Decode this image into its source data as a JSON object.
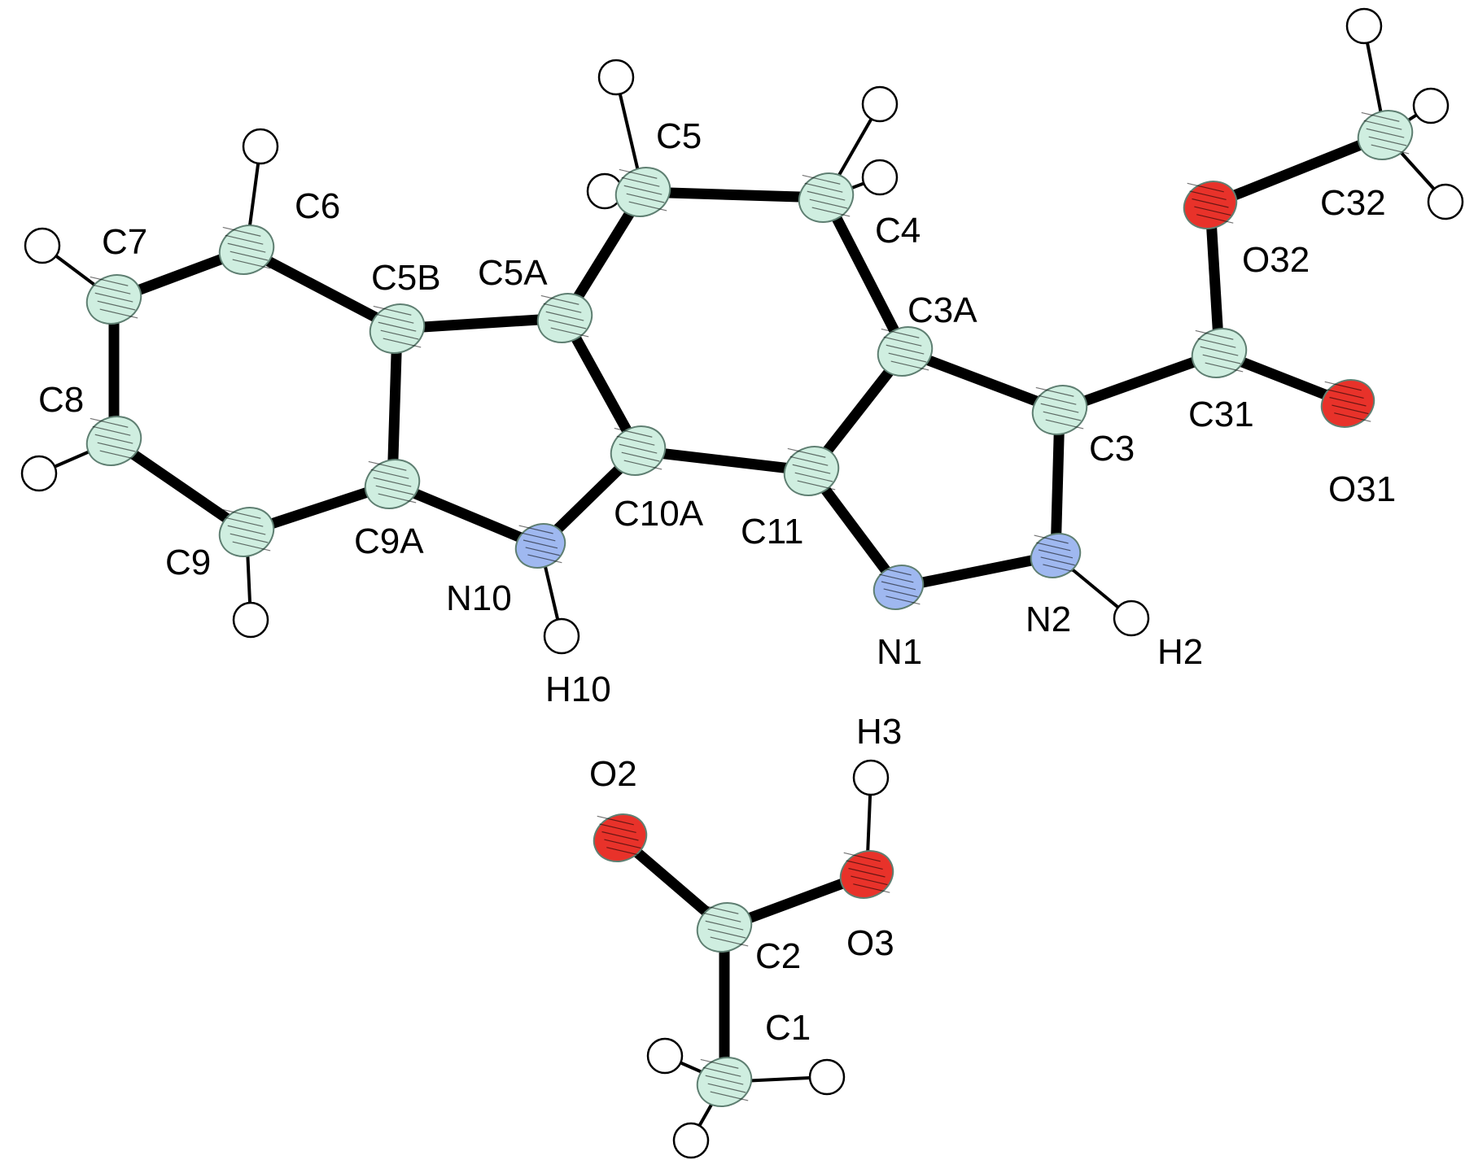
{
  "colors": {
    "carbon": "#cfeee0",
    "nitrogen": "#9fb8f0",
    "oxygen": "#e8322a",
    "hydrogen": "#ffffff",
    "bond": "#000000"
  },
  "labels": {
    "C5": "C5",
    "C6": "C6",
    "C7": "C7",
    "C8": "C8",
    "C9": "C9",
    "C5B": "C5B",
    "C5A": "C5A",
    "C9A": "C9A",
    "C10A": "C10A",
    "N10": "N10",
    "H10": "H10",
    "C11": "C11",
    "C4": "C4",
    "C3A": "C3A",
    "C3": "C3",
    "C31": "C31",
    "O31": "O31",
    "O32": "O32",
    "C32": "C32",
    "N1": "N1",
    "N2": "N2",
    "H2": "H2",
    "H3": "H3",
    "O2": "O2",
    "O3": "O3",
    "C2": "C2",
    "C1": "C1"
  },
  "atoms": [
    {
      "id": "C5",
      "element": "C"
    },
    {
      "id": "C4",
      "element": "C"
    },
    {
      "id": "C6",
      "element": "C"
    },
    {
      "id": "C7",
      "element": "C"
    },
    {
      "id": "C8",
      "element": "C"
    },
    {
      "id": "C9",
      "element": "C"
    },
    {
      "id": "C5B",
      "element": "C"
    },
    {
      "id": "C9A",
      "element": "C"
    },
    {
      "id": "C5A",
      "element": "C"
    },
    {
      "id": "C10A",
      "element": "C"
    },
    {
      "id": "N10",
      "element": "N"
    },
    {
      "id": "C11",
      "element": "C"
    },
    {
      "id": "C3A",
      "element": "C"
    },
    {
      "id": "C3",
      "element": "C"
    },
    {
      "id": "N2",
      "element": "N"
    },
    {
      "id": "N1",
      "element": "N"
    },
    {
      "id": "C31",
      "element": "C"
    },
    {
      "id": "O31",
      "element": "O"
    },
    {
      "id": "O32",
      "element": "O"
    },
    {
      "id": "C32",
      "element": "C"
    },
    {
      "id": "O2",
      "element": "O"
    },
    {
      "id": "O3",
      "element": "O"
    },
    {
      "id": "C2",
      "element": "C"
    },
    {
      "id": "C1",
      "element": "C"
    }
  ],
  "bonds": [
    [
      "C5",
      "C4"
    ],
    [
      "C5",
      "C5A"
    ],
    [
      "C4",
      "C3A"
    ],
    [
      "C5A",
      "C5B"
    ],
    [
      "C5A",
      "C10A"
    ],
    [
      "C5B",
      "C6"
    ],
    [
      "C6",
      "C7"
    ],
    [
      "C7",
      "C8"
    ],
    [
      "C8",
      "C9"
    ],
    [
      "C9",
      "C9A"
    ],
    [
      "C9A",
      "C5B"
    ],
    [
      "C9A",
      "N10"
    ],
    [
      "N10",
      "C10A"
    ],
    [
      "C10A",
      "C11"
    ],
    [
      "C11",
      "C3A"
    ],
    [
      "C11",
      "N1"
    ],
    [
      "C3A",
      "C3"
    ],
    [
      "C3",
      "N2"
    ],
    [
      "N2",
      "N1"
    ],
    [
      "C3",
      "C31"
    ],
    [
      "C31",
      "O31"
    ],
    [
      "C31",
      "O32"
    ],
    [
      "O32",
      "C32"
    ],
    [
      "O2",
      "C2"
    ],
    [
      "C2",
      "O3"
    ],
    [
      "C2",
      "C1"
    ]
  ],
  "hydrogens": [
    {
      "parent": "C6"
    },
    {
      "parent": "C7"
    },
    {
      "parent": "C8"
    },
    {
      "parent": "C9"
    },
    {
      "parent": "C5"
    },
    {
      "parent": "C5"
    },
    {
      "parent": "C4"
    },
    {
      "parent": "C4"
    },
    {
      "parent": "N10",
      "label": "H10"
    },
    {
      "parent": "N2",
      "label": "H2"
    },
    {
      "parent": "C32"
    },
    {
      "parent": "C32"
    },
    {
      "parent": "C32"
    },
    {
      "parent": "O3",
      "label": "H3"
    },
    {
      "parent": "C1"
    },
    {
      "parent": "C1"
    },
    {
      "parent": "C1"
    }
  ]
}
